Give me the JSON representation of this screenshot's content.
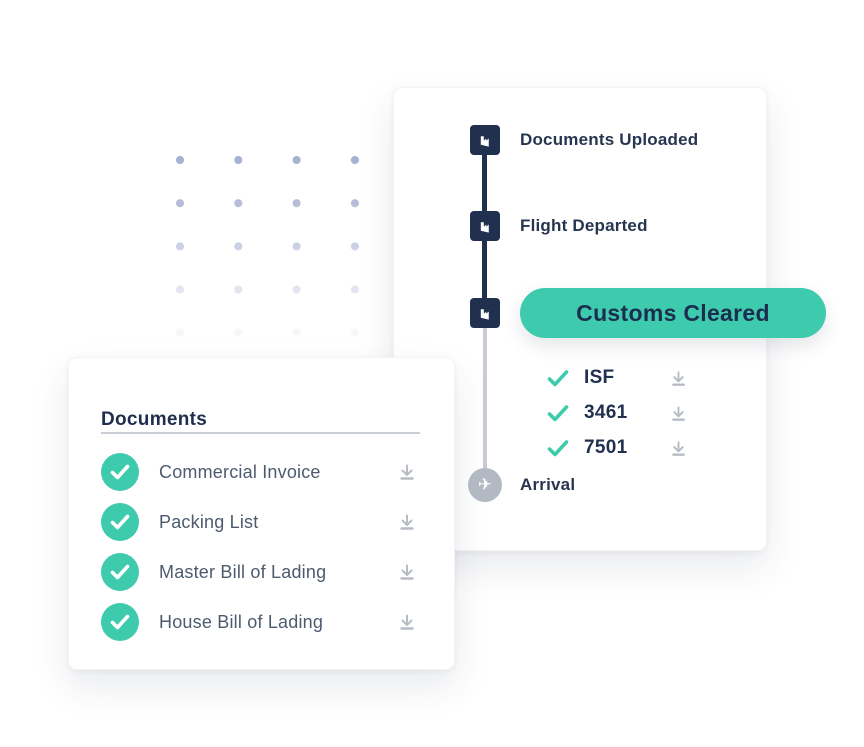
{
  "colors": {
    "navy": "#22304f",
    "teal": "#3ecbad",
    "icon_gray": "#b7bcc4",
    "line_gray": "#c9ccd2",
    "dot_blue": "#a6b0d0"
  },
  "timeline_card": {
    "steps": [
      {
        "label": "Documents Uploaded",
        "icon": "factory-icon",
        "state": "completed"
      },
      {
        "label": "Flight Departed",
        "icon": "factory-icon",
        "state": "completed"
      },
      {
        "label": "Customs Cleared",
        "icon": "factory-icon",
        "state": "highlighted"
      }
    ],
    "customs_documents": [
      {
        "label": "ISF",
        "status": "checked"
      },
      {
        "label": "3461",
        "status": "checked"
      },
      {
        "label": "7501",
        "status": "checked"
      }
    ],
    "final_step": {
      "label": "Arrival",
      "icon": "airplane-icon",
      "state": "pending"
    }
  },
  "documents_card": {
    "title": "Documents",
    "items": [
      {
        "label": "Commercial Invoice",
        "status": "checked"
      },
      {
        "label": "Packing List",
        "status": "checked"
      },
      {
        "label": "Master Bill of Lading",
        "status": "checked"
      },
      {
        "label": "House Bill of Lading",
        "status": "checked"
      }
    ]
  }
}
